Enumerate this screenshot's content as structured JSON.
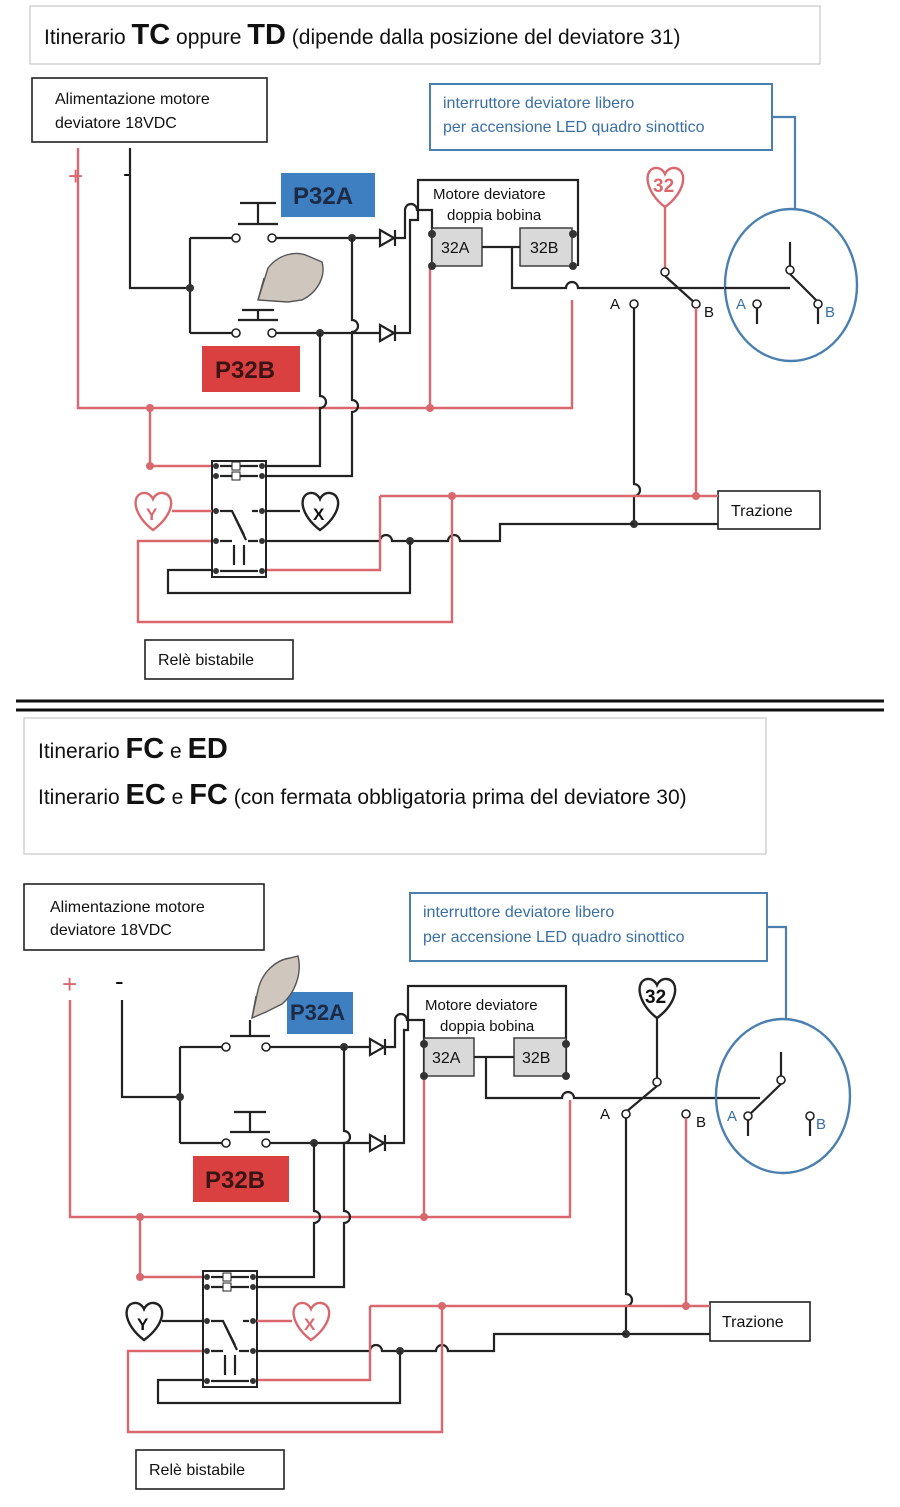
{
  "top": {
    "title": {
      "prefix": "Itinerario ",
      "route1": "TC",
      "mid": " oppure ",
      "route2": "TD",
      "suffix": " (dipende dalla posizione del deviatore 31)"
    },
    "power_label": [
      "Alimentazione motore",
      "deviatore 18VDC"
    ],
    "plus": "+",
    "minus": "-",
    "switch_box": [
      "interruttore deviatore libero",
      "per accensione LED quadro sinottico"
    ],
    "button_a": "P32A",
    "button_b": "P32B",
    "motor_label": [
      "Motore deviatore",
      "doppia bobina"
    ],
    "coil_a": "32A",
    "coil_b": "32B",
    "heart_number": "32",
    "pos_a": "A",
    "pos_b": "B",
    "traction": "Trazione",
    "heart_y": "Y",
    "heart_x": "X",
    "relay": "Relè bistabile"
  },
  "bottom": {
    "title_line1": {
      "prefix": "Itinerario ",
      "route1": "FC",
      "mid": " e ",
      "route2": "ED"
    },
    "title_line2": {
      "prefix": "Itinerario ",
      "route1": "EC",
      "mid": " e ",
      "route2": "FC",
      "suffix": " (con fermata obbligatoria prima del deviatore 30)"
    },
    "power_label": [
      "Alimentazione motore",
      "deviatore 18VDC"
    ],
    "plus": "+",
    "minus": "-",
    "switch_box": [
      "interruttore deviatore libero",
      "per accensione LED quadro sinottico"
    ],
    "button_a": "P32A",
    "button_b": "P32B",
    "motor_label": [
      "Motore deviatore",
      "doppia bobina"
    ],
    "coil_a": "32A",
    "coil_b": "32B",
    "heart_number": "32",
    "pos_a": "A",
    "pos_b": "B",
    "traction": "Trazione",
    "heart_y": "Y",
    "heart_x": "X",
    "relay": "Relè bistabile"
  },
  "colors": {
    "red_wire": "#d9686e",
    "black_wire": "#222222",
    "blue_box": "#4a7fb0",
    "button_a_fill": "#3d7fc0",
    "button_b_fill": "#d9403f",
    "coil_fill": "#d9d9d9"
  }
}
